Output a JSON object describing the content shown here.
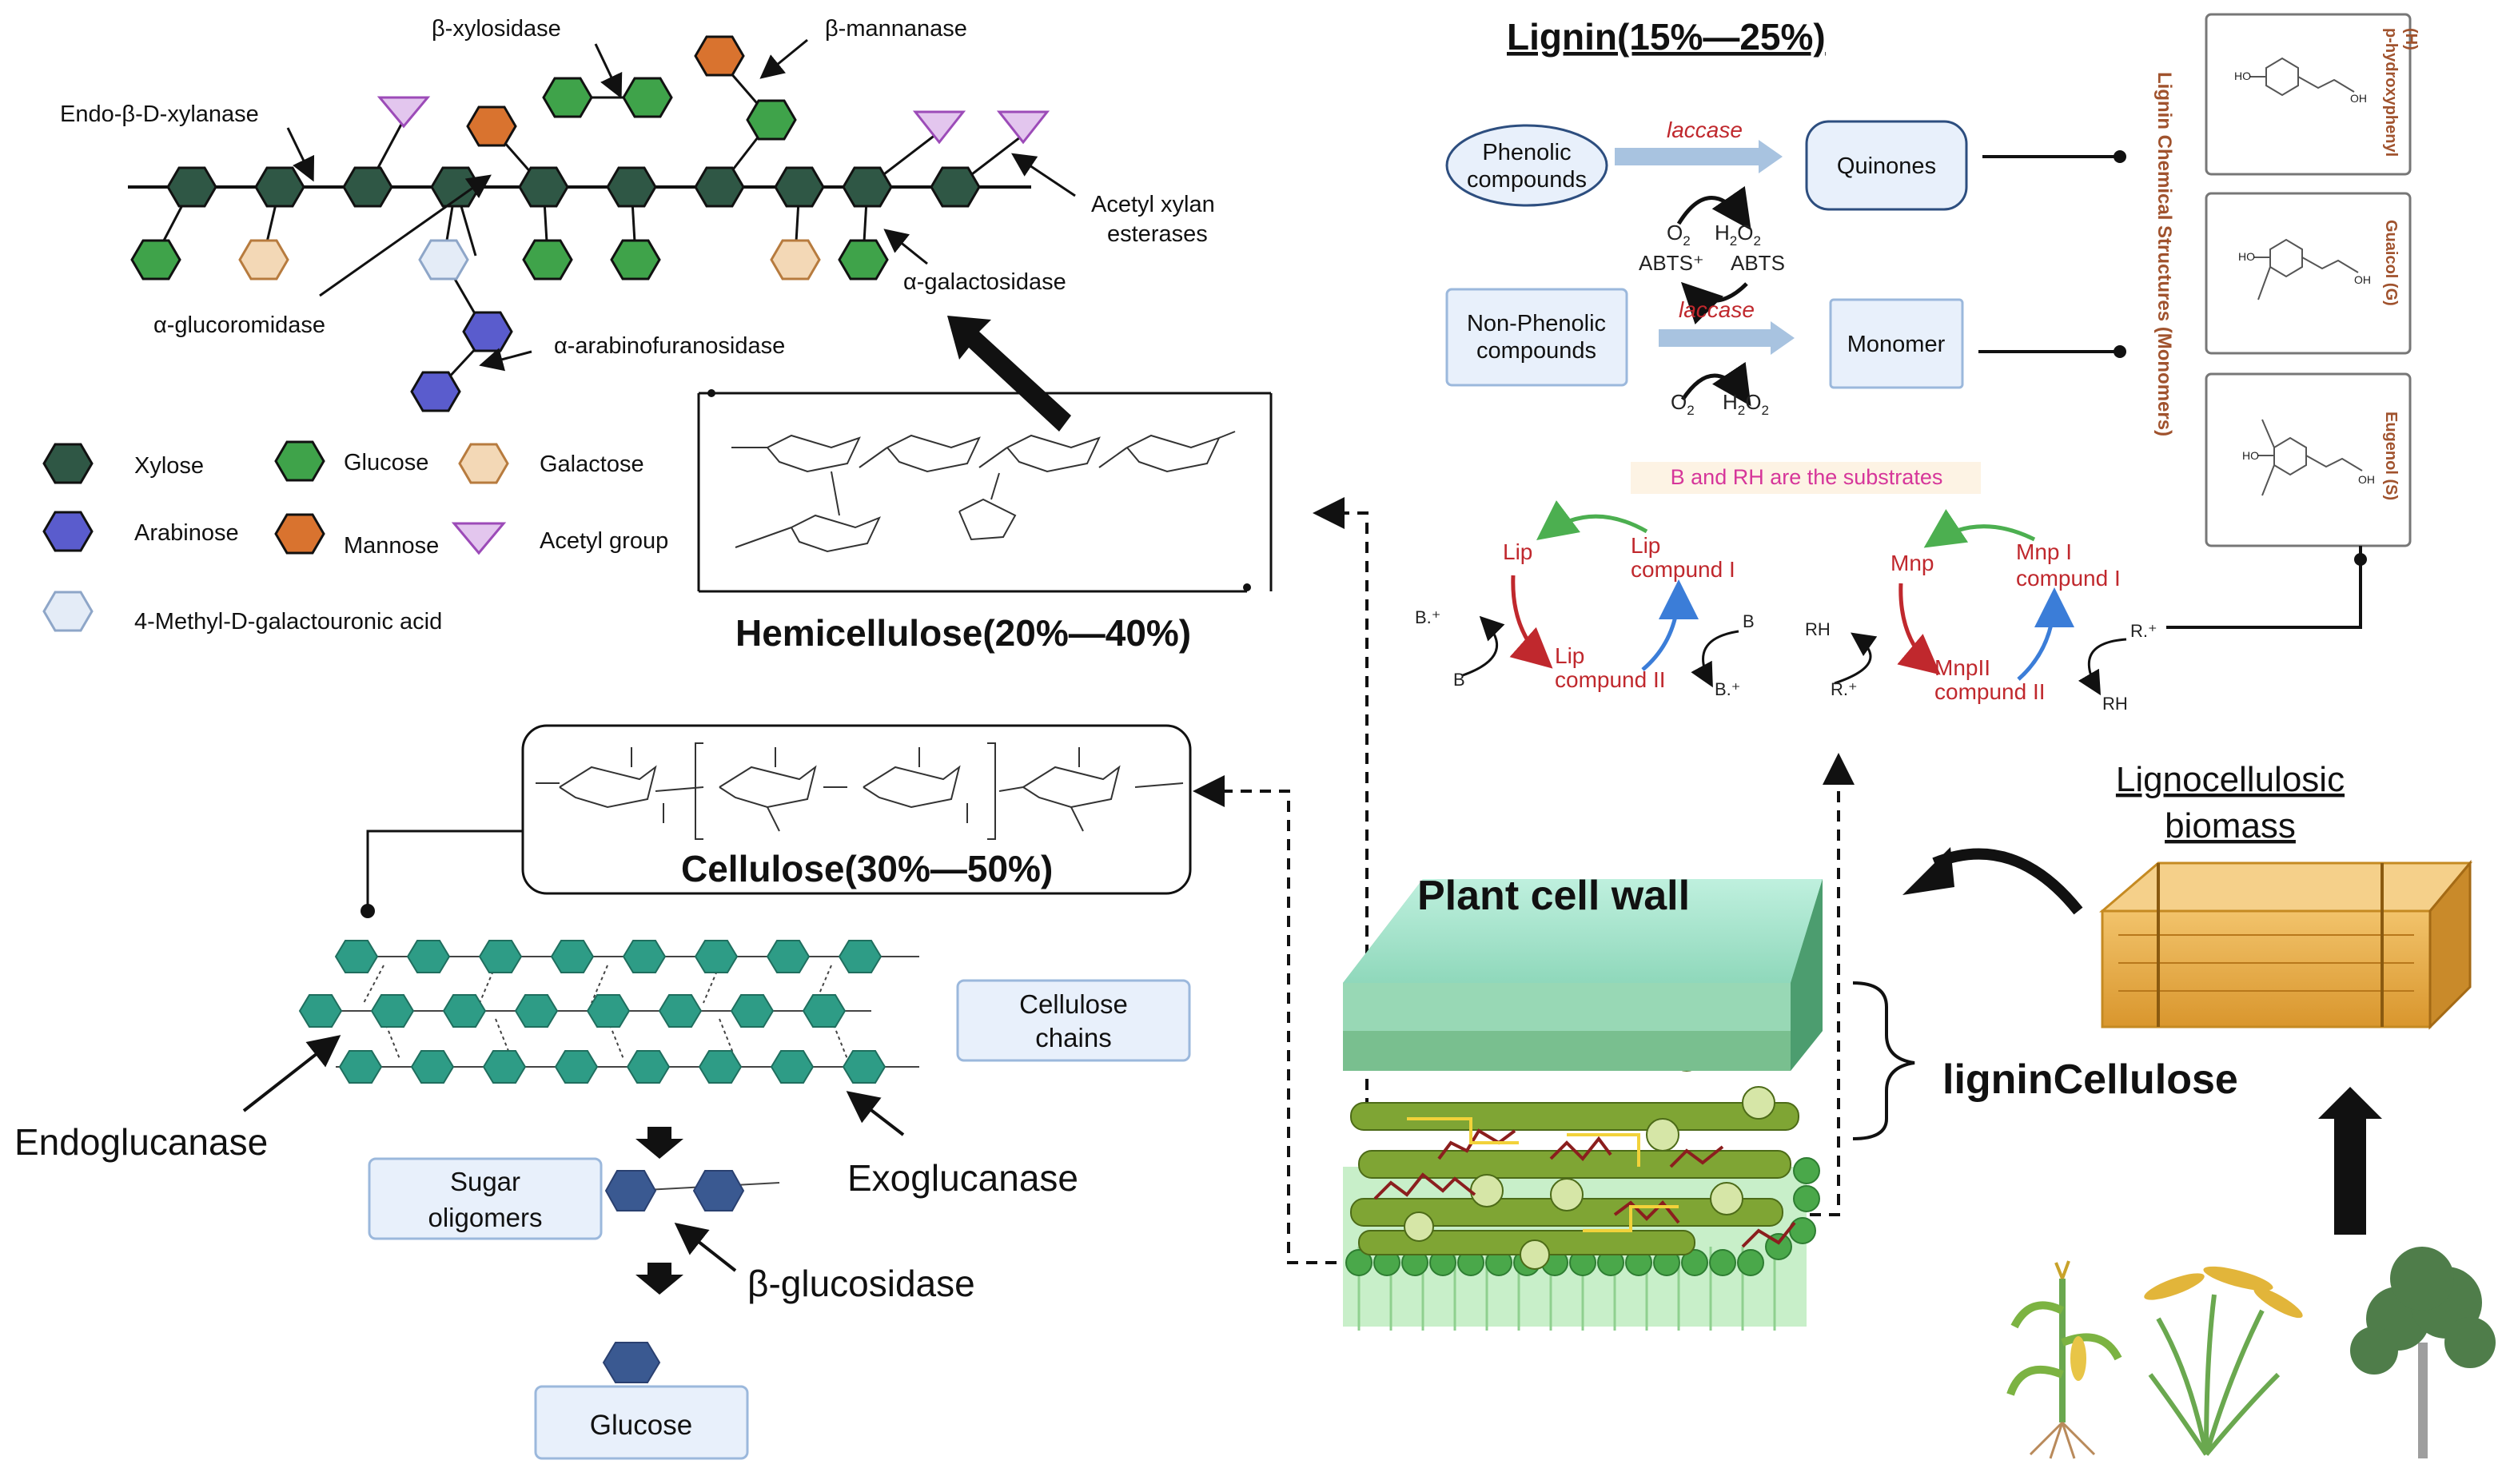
{
  "hemicellulose": {
    "enzymes": {
      "beta_xylosidase": "β-xylosidase",
      "beta_mannanase": "β-mannanase",
      "endo_xylanase": "Endo-β-D-xylanase",
      "acetyl_xylan_esterases_line1": "Acetyl xylan",
      "acetyl_xylan_esterases_line2": "esterases",
      "alpha_galactosidase": "α-galactosidase",
      "alpha_glucoromidase": "α-glucoromidase",
      "alpha_arabinofuranosidase": "α-arabinofuranosidase"
    },
    "legend": {
      "xylose": "Xylose",
      "glucose": "Glucose",
      "galactose": "Galactose",
      "arabinose": "Arabinose",
      "mannose": "Mannose",
      "acetyl_group": "Acetyl group",
      "methyl_galactouronic": "4-Methyl-D-galactouronic acid"
    },
    "title": "Hemicellulose(20%—40%)"
  },
  "cellulose": {
    "title": "Cellulose(30%—50%)",
    "chains_line1": "Cellulose",
    "chains_line2": "chains",
    "endoglucanase": "Endoglucanase",
    "exoglucanase": "Exoglucanase",
    "sugar_line1": "Sugar",
    "sugar_line2": "oligomers",
    "beta_glucosidase": "β-glucosidase",
    "glucose": "Glucose"
  },
  "lignin": {
    "title": "Lignin(15%—25%)",
    "phenolic_line1": "Phenolic",
    "phenolic_line2": "compounds",
    "laccase": "laccase",
    "quinones": "Quinones",
    "o2": "O",
    "h2o2": "H",
    "abts_plus": "ABTS⁺",
    "abts": "ABTS",
    "nonphenolic_line1": "Non-Phenolic",
    "nonphenolic_line2": "compounds",
    "monomer": "Monomer",
    "substrates_note": "B and RH are  the substrates",
    "structures_vertical": "Lignin Chemical Structures (Monomers)",
    "monomers": [
      {
        "line1": "p-hydroxyphenyl",
        "line2": "(H)"
      },
      {
        "line1": "Guaicol (G)",
        "line2": ""
      },
      {
        "line1": "Eugenol (S)",
        "line2": ""
      }
    ],
    "lip": {
      "lip": "Lip",
      "compound1_line1": "Lip",
      "compound1_line2": "compund I",
      "compound2_line1": "Lip",
      "compound2_line2": "compund II",
      "b_radical_left": "B.⁺",
      "b_left": "B",
      "b_right": "B",
      "b_radical_right": "B.⁺"
    },
    "mnp": {
      "mnp": "Mnp",
      "compound1_line1": "Mnp I",
      "compound1_line2": "compund I",
      "compound2_line1": "MnpII",
      "compound2_line2": "compund II",
      "rh_left": "RH",
      "r_radical_left": "R.⁺",
      "r_radical_right": "R.⁺",
      "rh_right": "RH"
    }
  },
  "plant": {
    "cell_wall": "Plant cell wall",
    "lignin_cellulose": "ligninCellulose",
    "biomass_line1": "Lignocellulosic",
    "biomass_line2": "biomass"
  },
  "colors": {
    "xylose": "#2f5745",
    "glucose": "#3fa34a",
    "galactose": "#f3d8b6",
    "arabinose": "#5a5ccd",
    "mannose": "#d9732f",
    "acetyl": "#e3c6ee",
    "galactouronic": "#e4ecf7",
    "cellulose_hex": "#2e9c86",
    "oligomer_hex": "#3a5991",
    "box_fill": "#e8f0fb",
    "box_stroke": "#9bb8dc",
    "enzyme_red": "#c0282d",
    "cycle_green": "#4caf50",
    "cycle_blue": "#3b7dd8"
  }
}
